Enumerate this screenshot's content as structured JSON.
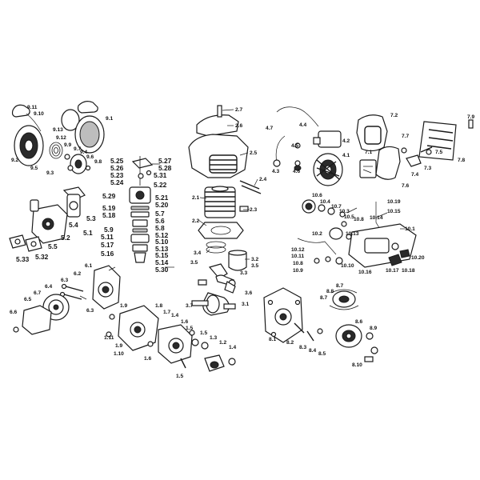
{
  "labels": {
    "l9_11": "9.11",
    "l9_10": "9.10",
    "l9_1": "9.1",
    "l9_13": "9.13",
    "l9_12": "9.12",
    "l9_9": "9.9",
    "l9_7": "9.7",
    "l9_4": "9.4",
    "l9_6": "9.6",
    "l9_8": "9.8",
    "l9_2": "9.2",
    "l9_5": "9.5",
    "l9_3": "9.3",
    "l5_25": "5.25",
    "l5_26": "5.26",
    "l5_23": "5.23",
    "l5_24": "5.24",
    "l5_27": "5.27",
    "l5_28": "5.28",
    "l5_31": "5.31",
    "l5_22": "5.22",
    "l5_29": "5.29",
    "l5_19": "5.19",
    "l5_18": "5.18",
    "l5_21": "5.21",
    "l5_20": "5.20",
    "l5_7": "5.7",
    "l5_6": "5.6",
    "l5_9": "5.9",
    "l5_11": "5.11",
    "l5_8": "5.8",
    "l5_12": "5.12",
    "l5_10": "5.10",
    "l5_17": "5.17",
    "l5_13": "5.13",
    "l5_16": "5.16",
    "l5_15": "5.15",
    "l5_14": "5.14",
    "l5_30": "5.30",
    "l5_3": "5.3",
    "l5_4": "5.4",
    "l5_2": "5.2",
    "l5_1": "5.1",
    "l5_5": "5.5",
    "l5_33": "5.33",
    "l5_32": "5.32",
    "l2_7": "2.7",
    "l2_6": "2.6",
    "l2_5": "2.5",
    "l2_4": "2.4",
    "l2_1": "2.1",
    "l2_3": "2.3",
    "l2_2": "2.2",
    "l4_7": "4.7",
    "l4_4": "4.4",
    "l4_2": "4.2",
    "l4_5": "4.5",
    "l4_1": "4.1",
    "l4_3": "4.3",
    "l4_6": "4.6",
    "l7_2": "7.2",
    "l7_9": "7.9",
    "l7_7": "7.7",
    "l7_5": "7.5",
    "l7_1": "7.1",
    "l7_3": "7.3",
    "l7_4": "7.4",
    "l7_8": "7.8",
    "l7_6": "7.6",
    "l10_6": "10.6",
    "l10_4": "10.4",
    "l10_7": "10.7",
    "l10_3": "10.3",
    "l10_5": "10.5",
    "l10_8": "10.8",
    "l10_19": "10.19",
    "l10_15": "10.15",
    "l10_14": "10.14",
    "l10_13": "10.13",
    "l10_2": "10.2",
    "l10_1": "10.1",
    "l10_12": "10.12",
    "l10_11": "10.11",
    "l10_8b": "10.8",
    "l10_9": "10.9",
    "l10_10": "10.10",
    "l10_16": "10.16",
    "l10_17": "10.17",
    "l10_18": "10.18",
    "l10_20": "10.20",
    "l3_4": "3.4",
    "l3_2": "3.2",
    "l3_5": "3.5",
    "l3_3": "3.3",
    "l3_5b": "3.5",
    "l3_6": "3.6",
    "l3_7": "3.7",
    "l3_1": "3.1",
    "l6_1": "6.1",
    "l6_2": "6.2",
    "l6_3": "6.3",
    "l6_4": "6.4",
    "l6_7": "6.7",
    "l6_5": "6.5",
    "l6_3b": "6.3",
    "l6_6": "6.6",
    "l1_9": "1.9",
    "l1_8": "1.8",
    "l1_7": "1.7",
    "l1_4": "1.4",
    "l1_6": "1.6",
    "l1_11": "1.11",
    "l1_9b": "1.9",
    "l1_10": "1.10",
    "l1_5": "1.5",
    "l1_3": "1.3",
    "l1_2": "1.2",
    "l1_4b": "1.4",
    "l1_6b": "1.6",
    "l1_5b": "1.5",
    "l8_7": "8.7",
    "l8_8": "8.8",
    "l8_7b": "8.7",
    "l8_1": "8.1",
    "l8_2": "8.2",
    "l8_3": "8.3",
    "l8_4": "8.4",
    "l8_5": "8.5",
    "l8_6": "8.6",
    "l8_9": "8.9",
    "l8_10": "8.10"
  }
}
